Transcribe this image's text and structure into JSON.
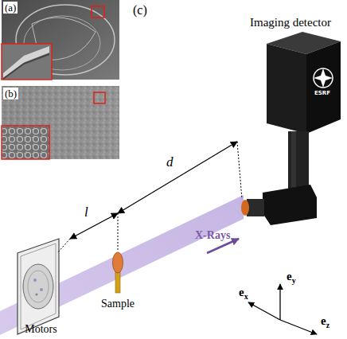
{
  "diagram": {
    "nodes": [
      {
        "text": [
          "(a)"
        ]
      },
      {
        "text": [
          "(b)"
        ]
      },
      {
        "text": [
          "Imaging detector"
        ]
      },
      {
        "text": [
          "Sample"
        ]
      },
      {
        "text": [
          "Motors"
        ]
      }
    ],
    "edges": [
      {
        "from": 4,
        "to": 3,
        "label": "l",
        "arrow": "both"
      },
      {
        "from": 3,
        "to": 2,
        "label": "d",
        "arrow": "both"
      }
    ],
    "labels": [
      "(c)",
      "X-Rays",
      "ESRF",
      "ex",
      "ey",
      "ez"
    ]
  }
}
